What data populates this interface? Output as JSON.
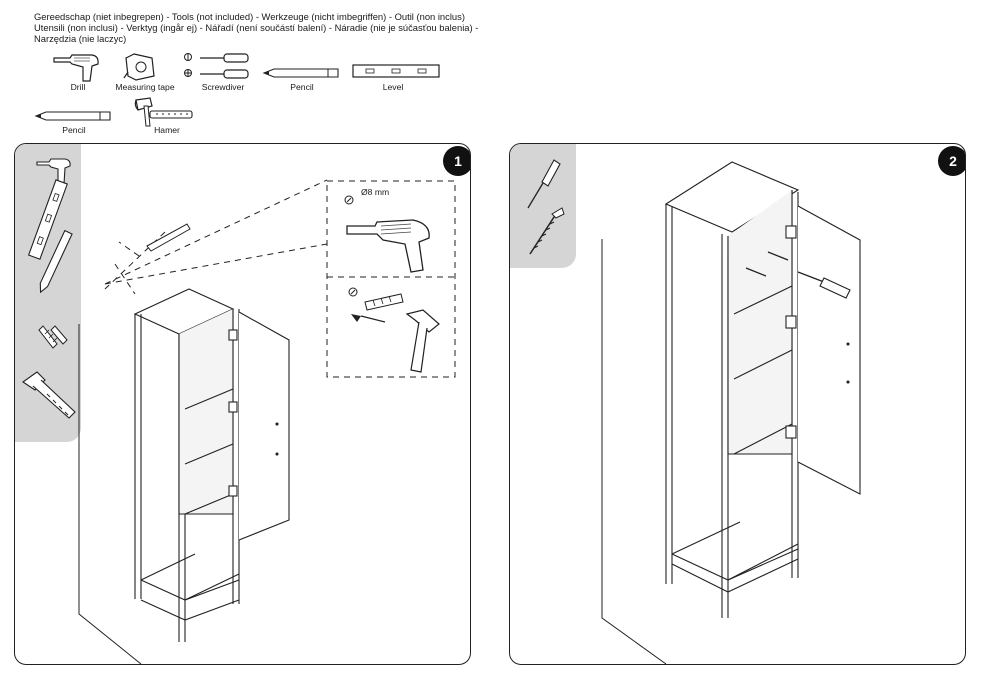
{
  "header": {
    "line1": "Gereedschap (niet inbegrepen) - Tools (not included) -  Werkzeuge (nicht imbegriffen) - Outil (non inclus)",
    "line2": "Utensili (non inclusi) - Verktyg (ingår ej) - Nářadí (není součástí balení) - Náradie (nie je súčasťou balenia) -",
    "line3": "Narzędzia (nie laczyc)"
  },
  "tools": [
    {
      "label": "Drill",
      "icon": "drill-icon"
    },
    {
      "label": "Measuring tape",
      "icon": "measuring-tape-icon"
    },
    {
      "label": "Screwdiver",
      "icon": "screwdriver-icon"
    },
    {
      "label": "Pencil",
      "icon": "pencil-icon"
    },
    {
      "label": "Level",
      "icon": "level-icon"
    },
    {
      "label": "Pencil",
      "icon": "pencil-icon"
    },
    {
      "label": "Hamer",
      "icon": "hammer-icon"
    }
  ],
  "steps": [
    {
      "number": "1",
      "drill_size": "Ø8 mm"
    },
    {
      "number": "2"
    }
  ],
  "colors": {
    "sidebar": "#d5d5d5",
    "badge": "#111111",
    "line": "#222222"
  }
}
